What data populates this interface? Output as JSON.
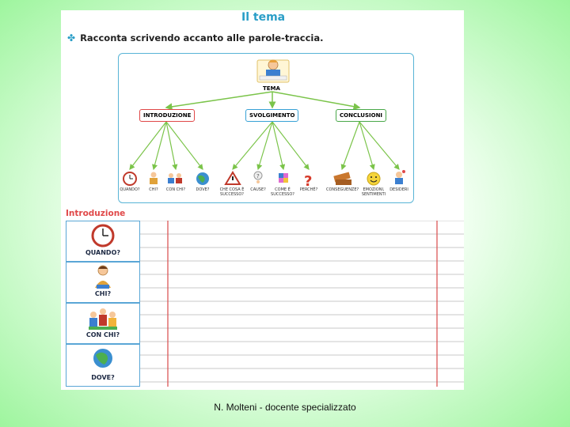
{
  "sheet": {
    "title": "Il tema",
    "instruction": "Racconta scrivendo accanto alle parole-traccia."
  },
  "map": {
    "root": "TEMA",
    "branches": [
      {
        "label": "INTRODUZIONE",
        "color": "#e04848"
      },
      {
        "label": "SVOLGIMENTO",
        "color": "#37a1d6"
      },
      {
        "label": "CONCLUSIONI",
        "color": "#49a849"
      }
    ],
    "leaves": [
      "QUANDO?",
      "CHI?",
      "CON CHI?",
      "DOVE?",
      "CHE COSA È SUCCESSO?",
      "CAUSE?",
      "COME È SUCCESSO?",
      "PERCHÉ?",
      "CONSEGUENZE?",
      "EMOZIONI, SENTIMENTI",
      "DESIDERI"
    ],
    "arrow_color": "#7bc44a"
  },
  "section": {
    "title": "Introduzione",
    "rows": [
      "QUANDO?",
      "CHI?",
      "CON CHI?",
      "DOVE?"
    ]
  },
  "footer": "N. Molteni - docente specializzato",
  "colors": {
    "accent": "#2a9ec7",
    "red": "#e04848",
    "border": "#5aa6d6",
    "background": "#9ef59e"
  }
}
